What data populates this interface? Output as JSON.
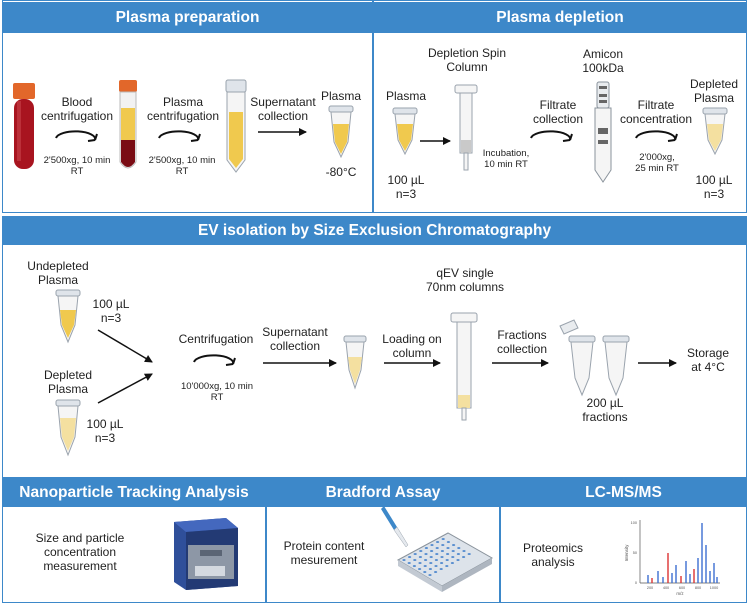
{
  "colors": {
    "header": "#3d88c9",
    "blood": "#a8141f",
    "cap": "#e2672a",
    "plasma": "#f0c94e",
    "tube": "#dfe4ea"
  },
  "panel1": {
    "title": "Plasma preparation",
    "step1": "Blood\ncentrifugation",
    "cond1": "2'500xg, 10 min\nRT",
    "step2": "Plasma\ncentrifugation",
    "cond2": "2'500xg, 10 min\nRT",
    "step3": "Supernatant\ncollection",
    "plasma_label": "Plasma",
    "storage": "-80°C"
  },
  "panel2": {
    "title": "Plasma depletion",
    "plasma_label": "Plasma",
    "plasma_vol": "100 µL\nn=3",
    "column_label": "Depletion Spin\nColumn",
    "incubation": "Incubation,\n10 min RT",
    "filtrate_collection": "Filtrate\ncollection",
    "amicon": "Amicon\n100kDa",
    "filtrate_concentration": "Filtrate\nconcentration",
    "cond": "2'000xg,\n25 min RT",
    "depleted_label": "Depleted\nPlasma",
    "depleted_vol": "100 µL\nn=3"
  },
  "panel3": {
    "title": "EV isolation by Size Exclusion Chromatography",
    "undepleted": "Undepleted\nPlasma",
    "undepleted_vol": "100 µL\nn=3",
    "depleted": "Depleted\nPlasma",
    "depleted_vol": "100 µL\nn=3",
    "centrifugation": "Centrifugation",
    "cond": "10'000xg, 10 min\nRT",
    "supernatant": "Supernatant\ncollection",
    "qev": "qEV single\n70nm columns",
    "loading": "Loading on\ncolumn",
    "fractions": "Fractions\ncollection",
    "fraction_vol": "200 µL\nfractions",
    "storage": "Storage\nat 4°C"
  },
  "panel4": {
    "title": "Nanoparticle Tracking Analysis",
    "text": "Size and particle\nconcentration\nmeasurement"
  },
  "panel5": {
    "title": "Bradford Assay",
    "text": "Protein content\nmesurement"
  },
  "panel6": {
    "title": "LC-MS/MS",
    "text": "Proteomics\nanalysis",
    "ylabel": "Intensity",
    "xlabel": "m/z",
    "xticks": [
      "200",
      "400",
      "600",
      "800",
      "1000"
    ],
    "yticks": [
      "0",
      "50",
      "100"
    ]
  }
}
